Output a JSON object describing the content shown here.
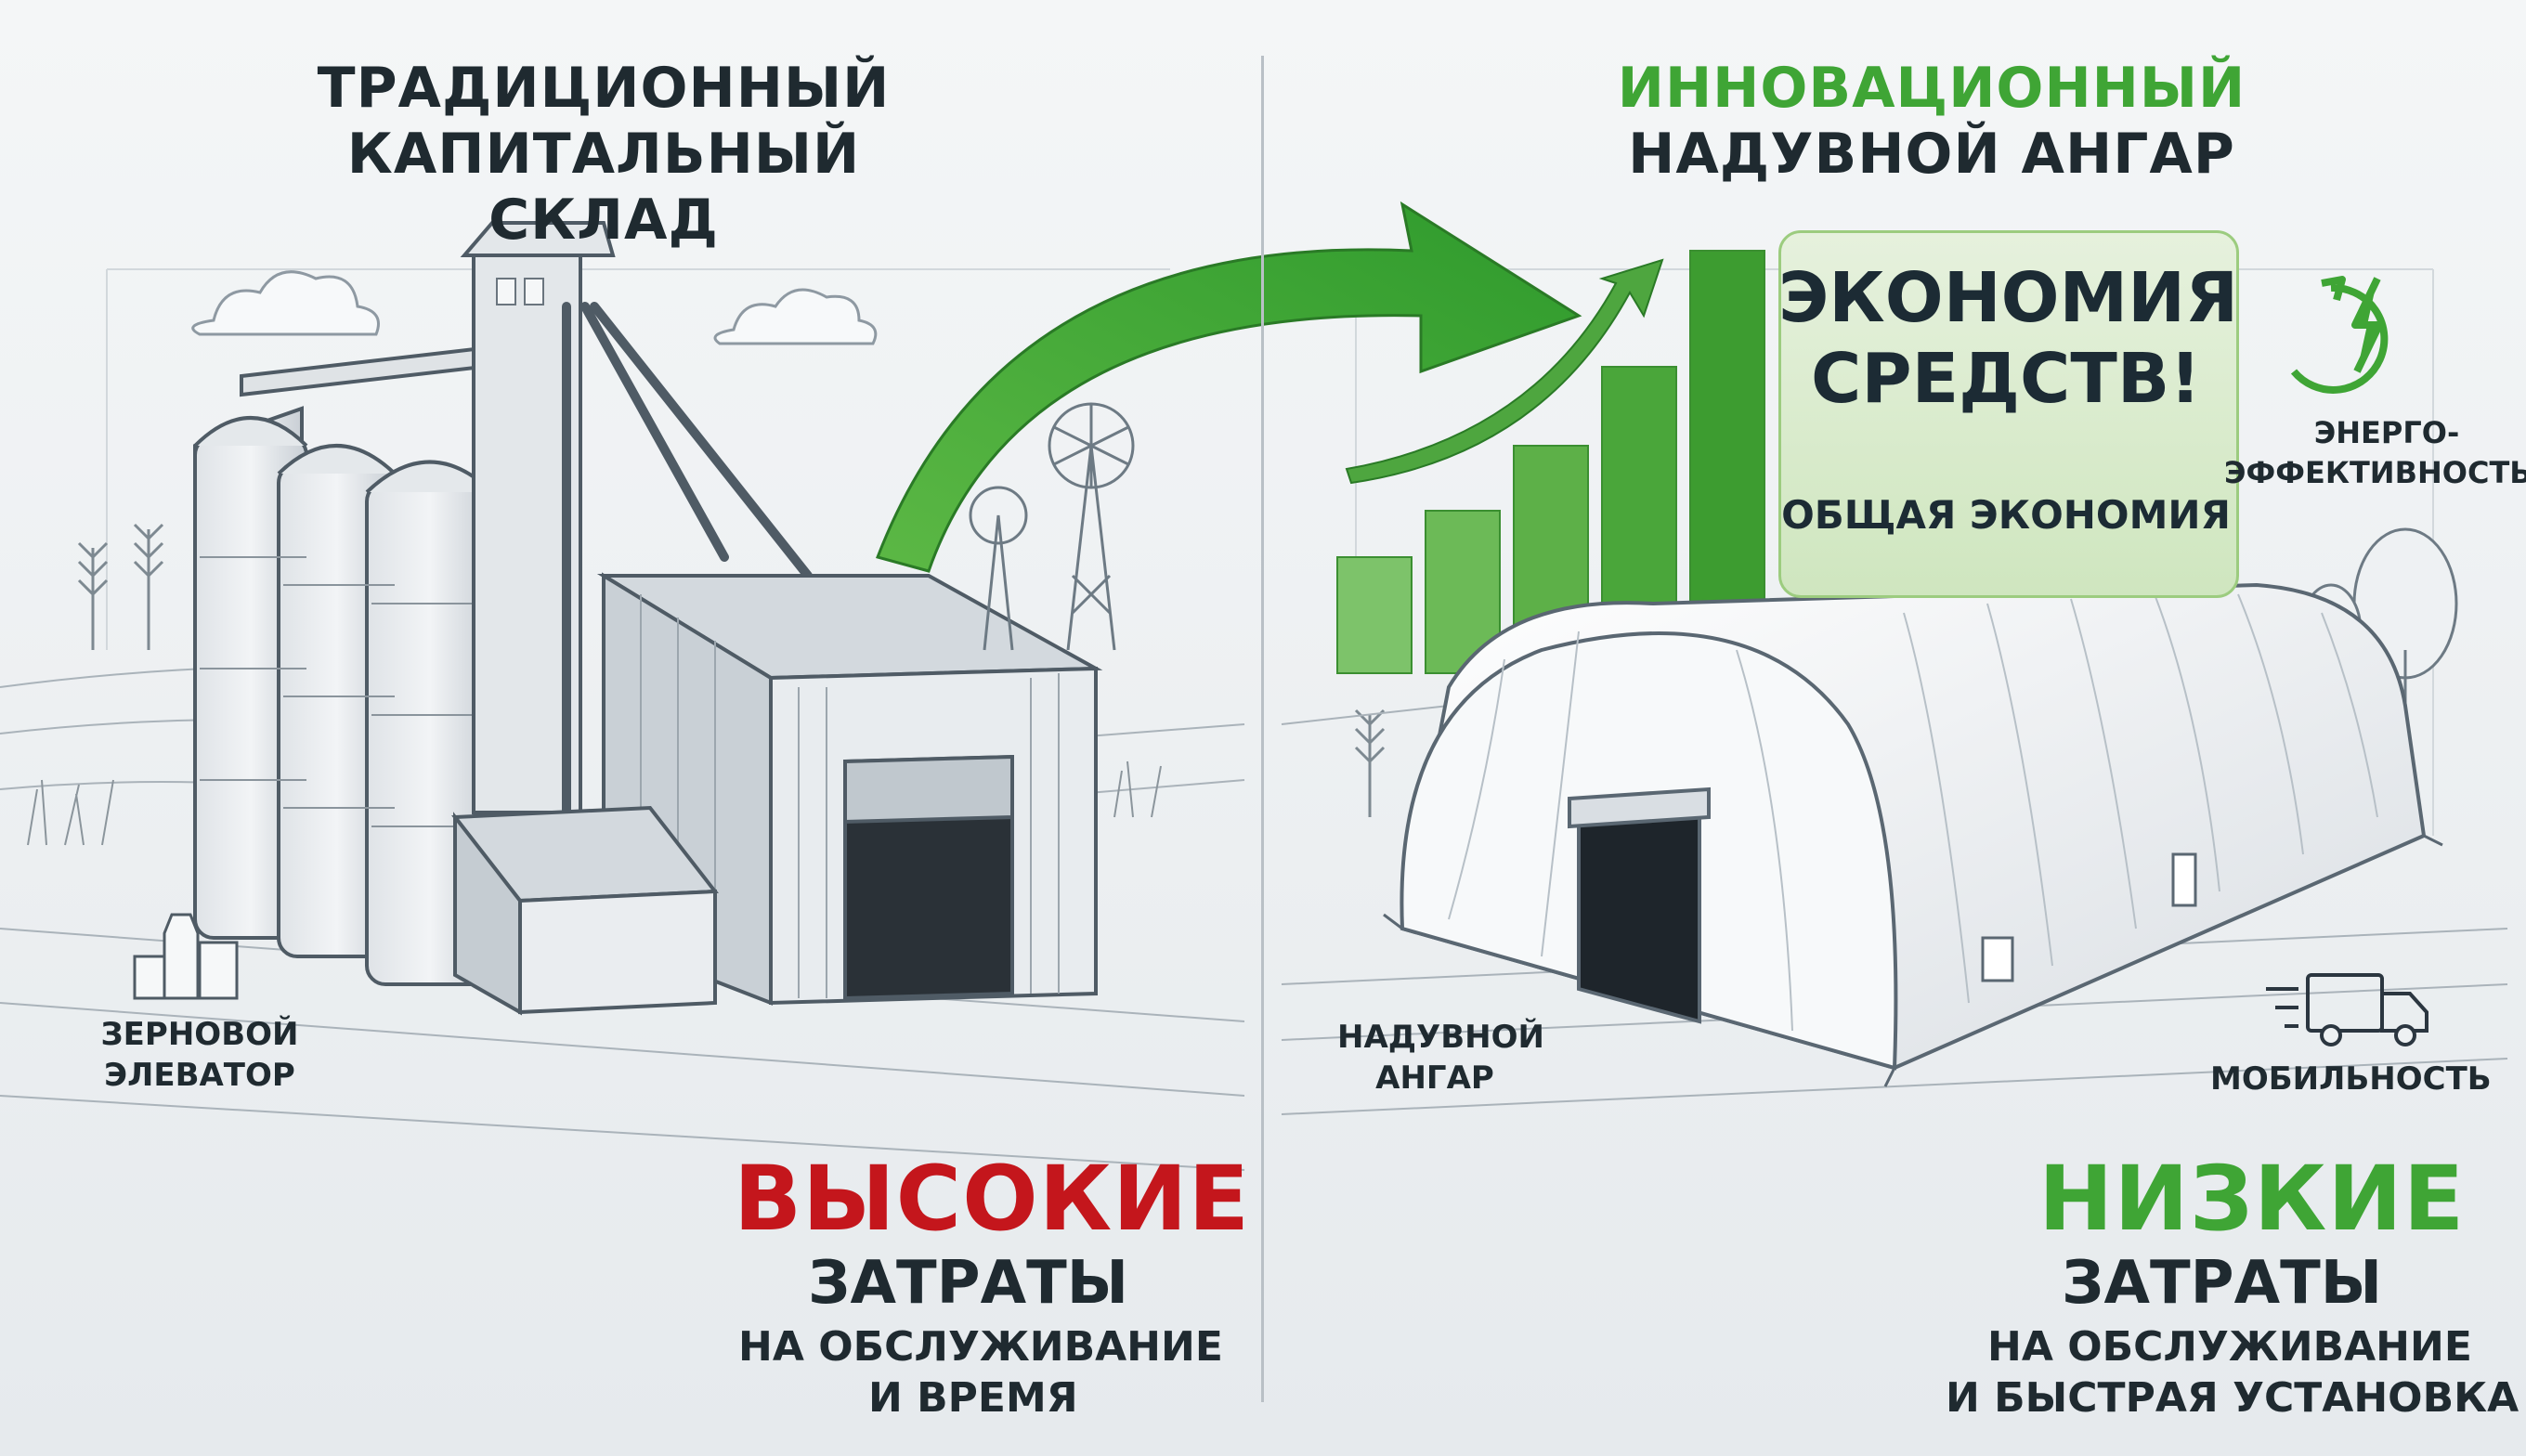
{
  "left": {
    "title_line1": "ТРАДИЦИОННЫЙ",
    "title_line2": "КАПИТАЛЬНЫЙ СКЛАД",
    "icon_label_line1": "ЗЕРНОВОЙ",
    "icon_label_line2": "ЭЛЕВАТОР",
    "cost_word": "ВЫСОКИЕ",
    "costs": "ЗАТРАТЫ",
    "detail_line1": "НА ОБСЛУЖИВАНИЕ",
    "detail_line2": "И ВРЕМЯ"
  },
  "right": {
    "title_line1": "ИННОВАЦИОННЫЙ",
    "title_line2": "НАДУВНОЙ АНГАР",
    "savings_line1": "ЭКОНОМИЯ",
    "savings_line2": "СРЕДСТВ!",
    "savings_sub": "ОБЩАЯ ЭКОНОМИЯ",
    "energy_line1": "ЭНЕРГО-",
    "energy_line2": "ЭФФЕКТИВНОСТЬ",
    "hangar_label_line1": "НАДУВНОЙ",
    "hangar_label_line2": "АНГАР",
    "mobility_label": "МОБИЛЬНОСТЬ",
    "cost_word": "НИЗКИЕ",
    "costs": "ЗАТРАТЫ",
    "detail_line1": "НА ОБСЛУЖИВАНИЕ",
    "detail_line2": "И БЫСТРАЯ УСТАНОВКА"
  },
  "colors": {
    "red_accent": "#c4161c",
    "green_accent": "#3fa535",
    "dark_text": "#1f2a30",
    "sketch_line": "#5a6772",
    "box_fill": "#d6e9c8"
  },
  "icons": [
    "grain-elevator-icon",
    "energy-efficiency-icon",
    "delivery-truck-icon",
    "wheat-icon",
    "windmill-icon",
    "tree-icon",
    "cloud-icon"
  ]
}
